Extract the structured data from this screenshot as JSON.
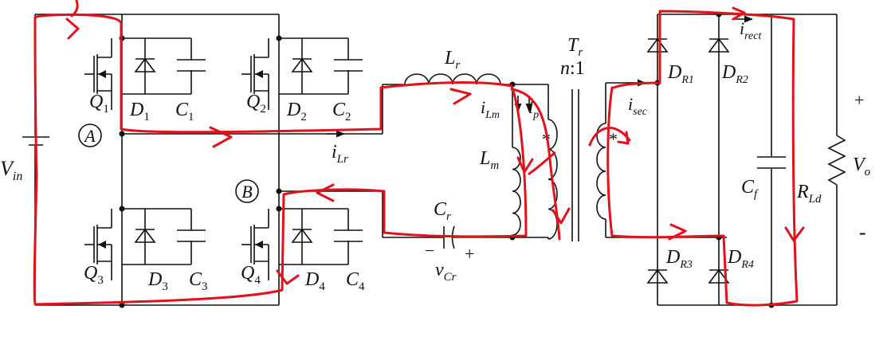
{
  "colors": {
    "wire": "#111111",
    "annotation": "#e0121c",
    "background": "#ffffff"
  },
  "labels": {
    "vin": {
      "main": "V",
      "sub": "in"
    },
    "q1": {
      "main": "Q",
      "sub": "1"
    },
    "d1": {
      "main": "D",
      "sub": "1"
    },
    "c1": {
      "main": "C",
      "sub": "1"
    },
    "q2": {
      "main": "Q",
      "sub": "2"
    },
    "d2": {
      "main": "D",
      "sub": "2"
    },
    "c2": {
      "main": "C",
      "sub": "2"
    },
    "q3": {
      "main": "Q",
      "sub": "3"
    },
    "d3": {
      "main": "D",
      "sub": "3"
    },
    "c3": {
      "main": "C",
      "sub": "3"
    },
    "q4": {
      "main": "Q",
      "sub": "4"
    },
    "d4": {
      "main": "D",
      "sub": "4"
    },
    "c4": {
      "main": "C",
      "sub": "4"
    },
    "node_a": "A",
    "node_b": "B",
    "lr": {
      "main": "L",
      "sub": "r"
    },
    "ilr": {
      "main": "i",
      "sub": "Lr"
    },
    "ilm": {
      "main": "i",
      "sub": "Lm"
    },
    "ip": {
      "main": "i",
      "sub": "p"
    },
    "lm": {
      "main": "L",
      "sub": "m"
    },
    "cr": {
      "main": "C",
      "sub": "r"
    },
    "vcr": {
      "main": "v",
      "sub": "Cr"
    },
    "cr_minus": "−",
    "cr_plus": "+",
    "tr": {
      "main": "T",
      "sub": "r"
    },
    "ratio": {
      "n": "n",
      "rest": ":1"
    },
    "dot": "*",
    "isec": {
      "main": "i",
      "sub": "sec"
    },
    "dr1": {
      "main": "D",
      "sub": "R1"
    },
    "dr2": {
      "main": "D",
      "sub": "R2"
    },
    "dr3": {
      "main": "D",
      "sub": "R3"
    },
    "dr4": {
      "main": "D",
      "sub": "R4"
    },
    "irect": {
      "main": "i",
      "sub": "rect"
    },
    "cf": {
      "main": "C",
      "sub": "f"
    },
    "rld": {
      "main": "R",
      "sub": "Ld"
    },
    "vo": {
      "main": "V",
      "sub": "o"
    },
    "out_plus": "+",
    "out_minus": "-"
  }
}
